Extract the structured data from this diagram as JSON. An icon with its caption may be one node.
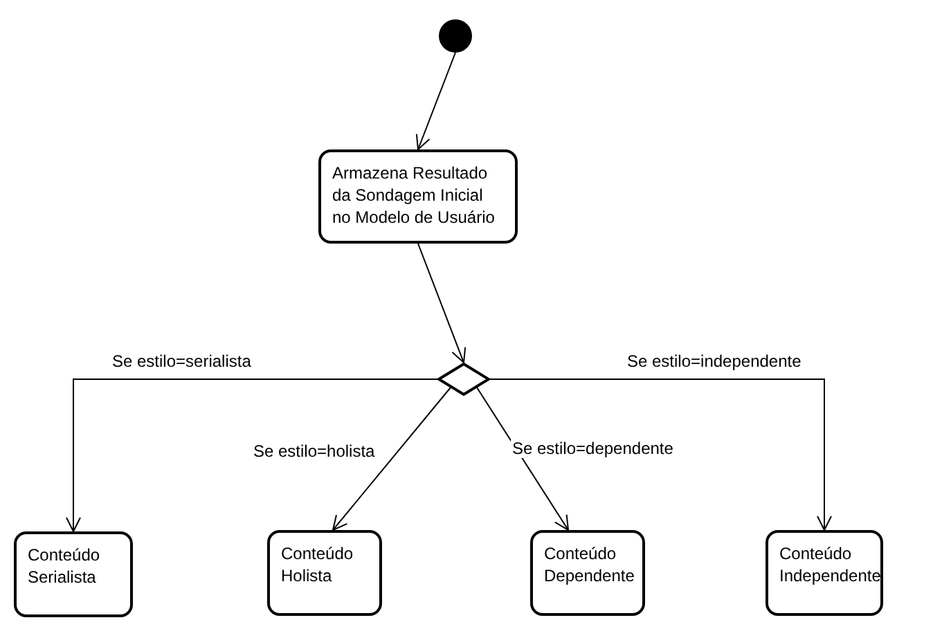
{
  "diagram": {
    "nodes": [
      {
        "text": [],
        "shape": "circle"
      },
      {
        "text": [
          "Armazena Resultado da Sondagem Inicial no Modelo de Usuário"
        ]
      },
      {
        "text": [],
        "shape": "diamond"
      },
      {
        "text": [
          "Conteúdo Serialista"
        ]
      },
      {
        "text": [
          "Conteúdo Holista"
        ]
      },
      {
        "text": [
          "Conteúdo Dependente"
        ]
      },
      {
        "text": [
          "Conteúdo Independente"
        ]
      }
    ],
    "edges": [
      {
        "from": 0,
        "to": 1,
        "arrow": "to"
      },
      {
        "from": 1,
        "to": 2,
        "arrow": "to"
      },
      {
        "from": 2,
        "to": 3,
        "label": "Se estilo=serialista",
        "arrow": "to"
      },
      {
        "from": 2,
        "to": 4,
        "label": "Se estilo=holista",
        "arrow": "to"
      },
      {
        "from": 2,
        "to": 5,
        "label": "Se estilo=dependente",
        "arrow": "to"
      },
      {
        "from": 2,
        "to": 6,
        "label": "Se estilo=independente",
        "arrow": "to"
      }
    ]
  }
}
